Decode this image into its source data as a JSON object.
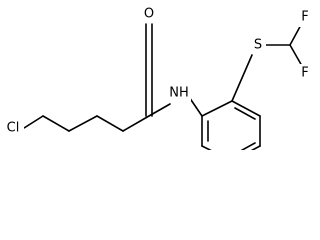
{
  "molecule": {
    "atoms": {
      "cl": "Cl",
      "o": "O",
      "n": "NH",
      "s": "S",
      "f1": "F",
      "f2": "F"
    }
  }
}
